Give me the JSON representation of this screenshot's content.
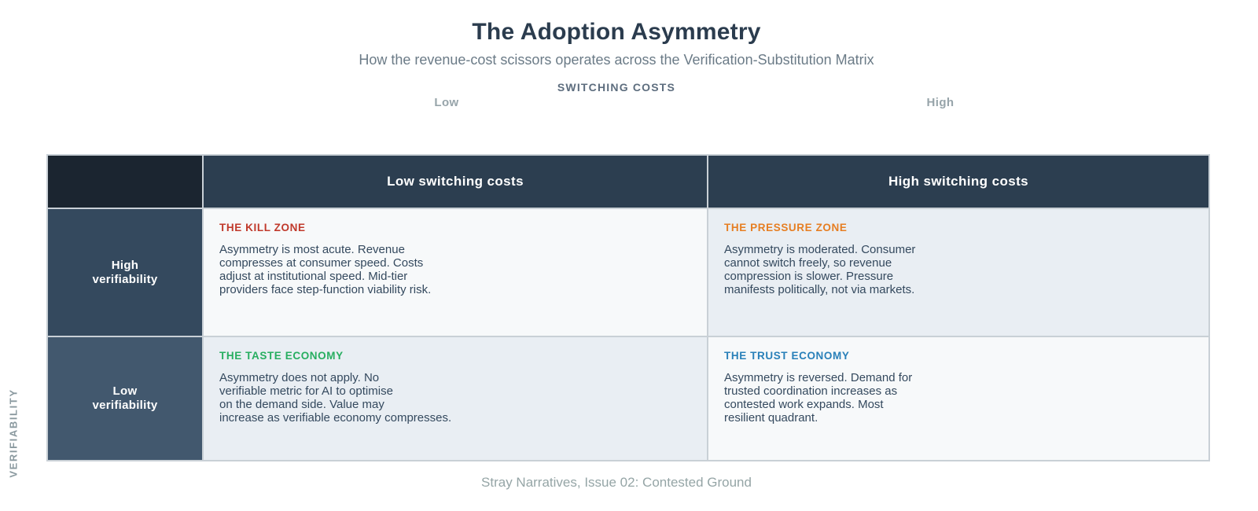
{
  "header": {
    "title": "The Adoption Asymmetry",
    "subtitle": "How the revenue-cost scissors operates across the Verification-Substitution Matrix"
  },
  "axes": {
    "x_title": "SWITCHING COSTS",
    "x_low": "Low",
    "x_high": "High",
    "y_title": "VERIFIABILITY"
  },
  "matrix": {
    "column_headers": [
      "Low switching costs",
      "High switching costs"
    ],
    "row_headers": [
      "High\nverifiability",
      "Low\nverifiability"
    ],
    "quadrants": [
      {
        "name": "kill-zone",
        "title": "THE KILL ZONE",
        "title_color": "#c0392b",
        "bg_color": "#f7f9fa",
        "body": "Asymmetry is most acute. Revenue\ncompresses at consumer speed. Costs\nadjust at institutional speed. Mid-tier\nproviders face step-function viability risk."
      },
      {
        "name": "pressure-zone",
        "title": "THE PRESSURE ZONE",
        "title_color": "#e67e22",
        "bg_color": "#e9eef3",
        "body": "Asymmetry is moderated. Consumer\ncannot switch freely, so revenue\ncompression is slower. Pressure\nmanifests politically, not via markets."
      },
      {
        "name": "taste-economy",
        "title": "THE TASTE ECONOMY",
        "title_color": "#27ae60",
        "bg_color": "#e9eef3",
        "body": "Asymmetry does not apply. No\nverifiable metric for AI to optimise\non the demand side. Value may\nincrease as verifiable economy compresses."
      },
      {
        "name": "trust-economy",
        "title": "THE TRUST ECONOMY",
        "title_color": "#2980b9",
        "bg_color": "#f7f9fa",
        "body": "Asymmetry is reversed. Demand for\ntrusted coordination increases as\ncontested work expands. Most\nresilient quadrant."
      }
    ]
  },
  "footer": {
    "caption": "Stray Narratives, Issue 02: Contested Ground"
  },
  "colors": {
    "title_text": "#2b3c4e",
    "subtitle_text": "#6b7b87",
    "axis_title_text": "#5d6d7e",
    "axis_tick_text": "#97a4aa",
    "grid_border": "#c9d0d6",
    "corner_bg": "#1b2530",
    "column_header_bg": "#2c3e50",
    "row_header_high_bg": "#34495e",
    "row_header_low_bg": "#42586e",
    "header_text": "#ffffff",
    "quadrant_body_text": "#34495e",
    "footer_text": "#95a5a6"
  }
}
